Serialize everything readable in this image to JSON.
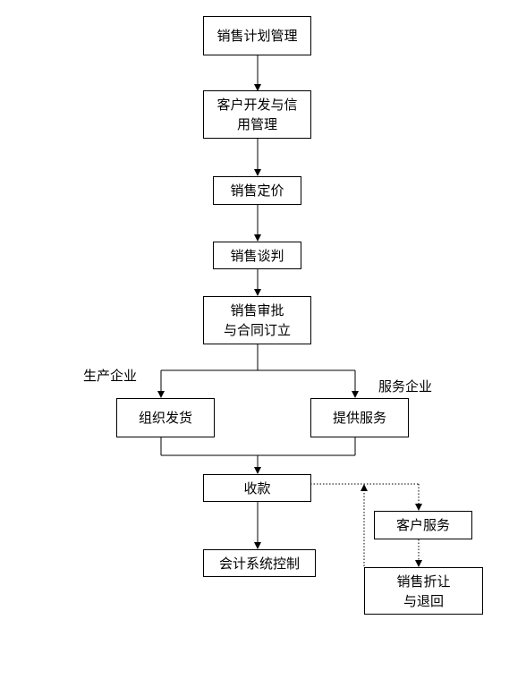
{
  "nodes": {
    "sales_plan": "销售计划管理",
    "customer_credit": "客户开发与信\n用管理",
    "pricing": "销售定价",
    "negotiation": "销售谈判",
    "approval_contract": "销售审批\n与合同订立",
    "organize_shipping": "组织发货",
    "provide_service": "提供服务",
    "collection": "收款",
    "accounting_control": "会计系统控制",
    "customer_service": "客户服务",
    "discount_return": "销售折让\n与退回"
  },
  "branch_labels": {
    "manufacturing": "生产企业",
    "service_enterprise": "服务企业"
  }
}
